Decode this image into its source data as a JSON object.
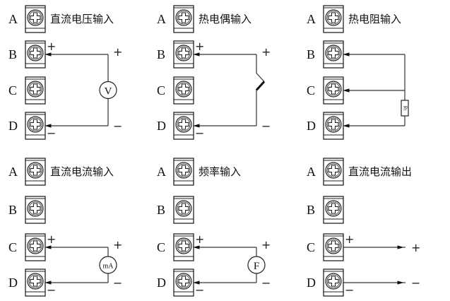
{
  "diagram": {
    "panels": [
      {
        "id": "dc-voltage-input",
        "title": "直流电压输入",
        "terminals": [
          "A",
          "B",
          "C",
          "D"
        ],
        "connections": [
          {
            "terminal": "B",
            "polarity": "+"
          },
          {
            "terminal": "D",
            "polarity": "−"
          }
        ],
        "device": {
          "type": "meter",
          "symbol": "V"
        },
        "source_signs": {
          "positive": "+",
          "negative": "−"
        }
      },
      {
        "id": "thermocouple-input",
        "title": "热电偶输入",
        "terminals": [
          "A",
          "B",
          "C",
          "D"
        ],
        "connections": [
          {
            "terminal": "B",
            "polarity": "+"
          },
          {
            "terminal": "D",
            "polarity": "−"
          }
        ],
        "device": {
          "type": "thermocouple",
          "symbol": ""
        },
        "source_signs": {
          "positive": "+",
          "negative": "−"
        }
      },
      {
        "id": "rtd-input",
        "title": "热电阻输入",
        "terminals": [
          "A",
          "B",
          "C",
          "D"
        ],
        "connections": [
          {
            "terminal": "B",
            "polarity": ""
          },
          {
            "terminal": "C",
            "polarity": ""
          },
          {
            "terminal": "D",
            "polarity": ""
          }
        ],
        "device": {
          "type": "resistor",
          "symbol": "Rt"
        },
        "source_signs": {
          "positive": "",
          "negative": ""
        }
      },
      {
        "id": "dc-current-input",
        "title": "直流电流输入",
        "terminals": [
          "A",
          "B",
          "C",
          "D"
        ],
        "connections": [
          {
            "terminal": "C",
            "polarity": "+"
          },
          {
            "terminal": "D",
            "polarity": "−"
          }
        ],
        "device": {
          "type": "meter",
          "symbol": "mA"
        },
        "source_signs": {
          "positive": "+",
          "negative": "−"
        }
      },
      {
        "id": "frequency-input",
        "title": "频率输入",
        "terminals": [
          "A",
          "B",
          "C",
          "D"
        ],
        "connections": [
          {
            "terminal": "C",
            "polarity": "+"
          },
          {
            "terminal": "D",
            "polarity": "−"
          }
        ],
        "device": {
          "type": "meter",
          "symbol": "F"
        },
        "source_signs": {
          "positive": "+",
          "negative": "−"
        }
      },
      {
        "id": "dc-current-output",
        "title": "直流电流输出",
        "terminals": [
          "A",
          "B",
          "C",
          "D"
        ],
        "connections": [
          {
            "terminal": "C",
            "polarity": "+"
          },
          {
            "terminal": "D",
            "polarity": "−"
          }
        ],
        "device": {
          "type": "output-arrows",
          "symbol": ""
        },
        "source_signs": {
          "positive": "+",
          "negative": "−"
        }
      }
    ]
  }
}
